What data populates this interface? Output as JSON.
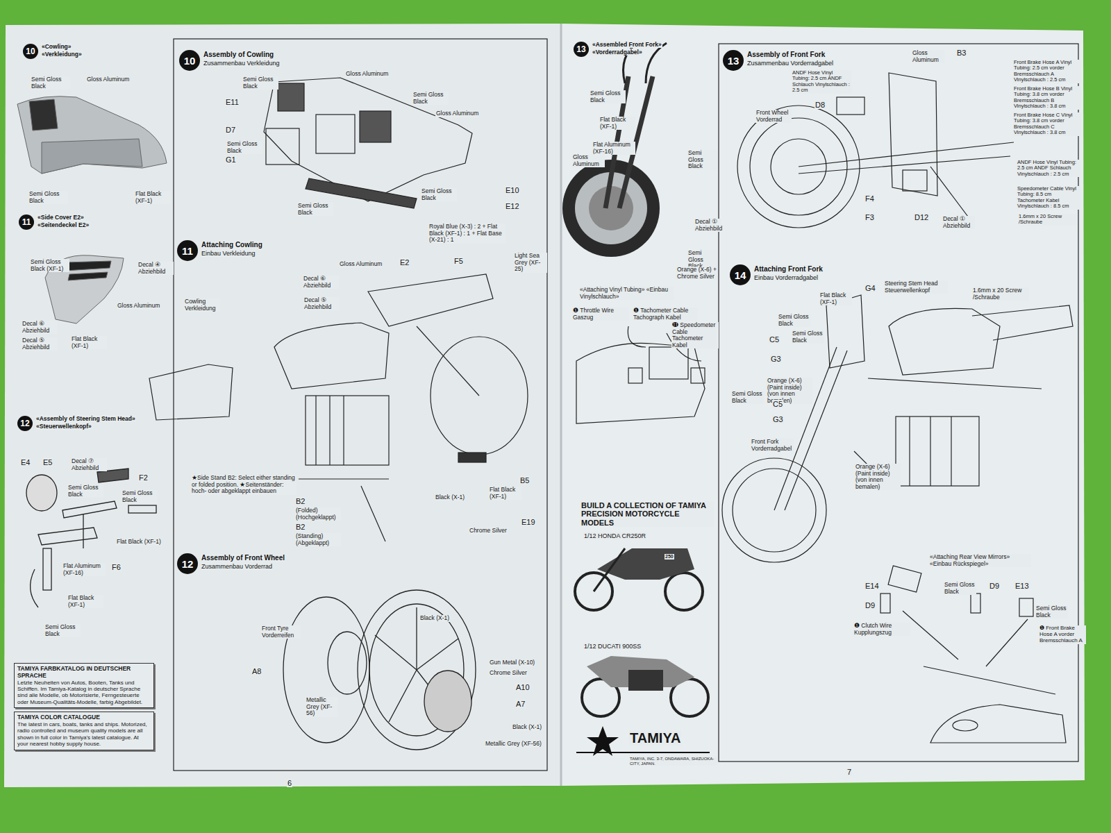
{
  "diagram": {
    "nodes": [
      {
        "text": [
          "10",
          "«Cowling»",
          "«Verkleidung»"
        ]
      },
      {
        "text": [
          "11",
          "«Side Cover E2»",
          "«Seitendeckel E2»"
        ]
      },
      {
        "text": [
          "12",
          "«Assembly of Steering Stem Head»",
          "«Steuerwellenkopf»"
        ]
      },
      {
        "text": [
          "TAMIYA FARBKATALOG IN DEUTSCHER SPRACHE",
          "Letzte Neuheiten von Autos, Booten, Tanks und Schiffen. Im Tamiya-Katalog in deutscher Sprache sind alle Modelle, ob Motorisierte, Ferngesteuerte oder Museum-Qualitäts-Modelle, farbig Abgebildet."
        ]
      },
      {
        "text": [
          "TAMIYA COLOR CATALOGUE",
          "The latest in cars, boats, tanks and ships. Motorized, radio controlled and museum quality models are all shown in full color in Tamiya's latest catalogue. At your nearest hobby supply house."
        ]
      },
      {
        "text": [
          "10",
          "Assembly of Cowling",
          "Zusammenbau Verkleidung"
        ]
      },
      {
        "text": [
          "11",
          "Attaching Cowling",
          "Einbau Verkleidung"
        ]
      },
      {
        "text": [
          "12",
          "Assembly of Front Wheel",
          "Zusammenbau Vorderrad"
        ]
      },
      {
        "text": [
          "13",
          "«Assembled Front Fork»",
          "«Vorderradgabel»"
        ]
      },
      {
        "text": [
          "13",
          "Assembly of Front Fork",
          "Zusammenbau Vorderradgabel"
        ]
      },
      {
        "text": [
          "14",
          "Attaching Front Fork",
          "Einbau Vorderradgabel"
        ]
      }
    ],
    "labels": [
      "Semi Gloss Black",
      "Gloss Aluminum",
      "Semi Gloss Black",
      "Flat Black (XF-1)",
      "Semi Gloss Black (XF-1)",
      "Decal ④ Abziehbild",
      "Gloss Aluminum",
      "Decal ⑥ Abziehbild",
      "Decal ⑤ Abziehbild",
      "Flat Black (XF-1)",
      "E4",
      "E5",
      "Decal ⑦ Abziehbild",
      "F2",
      "Semi Gloss Black",
      "Semi Gloss Black",
      "Flat Black (XF-1)",
      "Flat Aluminum (XF-16)",
      "F6",
      "Flat Black (XF-1)",
      "Semi Gloss Black",
      "Semi Gloss Black",
      "Gloss Aluminum",
      "Semi Gloss Black",
      "Gloss Aluminum",
      "E11",
      "D7",
      "Semi Gloss Black",
      "G1",
      "E10",
      "Semi Gloss Black",
      "E12",
      "Semi Gloss Black",
      "Royal Blue (X-3) : 2 + Flat Black (XF-1) : 1 + Flat Base (X-21) : 1",
      "Light Sea Grey (XF-25)",
      "Gloss Aluminum",
      "E2",
      "F5",
      "Decal ⑥ Abziehbild",
      "Decal ⑤ Abziehbild",
      "Cowling Verkleidung",
      "★Side Stand B2: Select either standing or folded position. ★Seitenständer: hoch- oder abgeklappt einbauen",
      "B5",
      "Flat Black (XF-1)",
      "B2",
      "(Folded) (Hochgeklappt)",
      "B2",
      "(Standing) (Abgeklappt)",
      "Black (X-1)",
      "E19",
      "Chrome Silver",
      "Black (X-1)",
      "Front Tyre Vorderreifen",
      "A8",
      "Metallic Grey (XF-56)",
      "Gun Metal (X-10)",
      "Chrome Silver",
      "A10",
      "A7",
      "Black (X-1)",
      "Metallic Grey (XF-56)",
      "6",
      "Semi Gloss Black",
      "Flat Black (XF-1)",
      "Flat Aluminum (XF-16)",
      "Gloss Aluminum",
      "Semi Gloss Black",
      "Decal ① Abziehbild",
      "Semi Gloss Black",
      "Orange (X-6) + Chrome Silver",
      "«Attaching Vinyl Tubing» «Einbau Vinylschlauch»",
      "❶ Throttle Wire Gaszug",
      "❶ Tachometer Cable Tachograph Kabel",
      "⓫ Speedometer Cable Tachometer Kabel",
      "BUILD A COLLECTION OF TAMIYA PRECISION MOTORCYCLE MODELS",
      "1/12 HONDA CR250R",
      "250",
      "1/12 DUCATI 900SS",
      "TAMIYA",
      "TAMIYA, INC. 3-7, ONDAWARA, SHIZUOKA-CITY, JAPAN.",
      "7",
      "Gloss Aluminum",
      "B3",
      "Front Brake Hose A Vinyl Tubing: 2.5 cm vorder Bremsschlauch A Vinylschlauch : 2.5 cm",
      "ANDF Hose Vinyl Tubing: 2.5 cm ANDF Schlauch Vinylschlauch : 2.5 cm",
      "D8",
      "Front Brake Hose B Vinyl Tubing: 3.8 cm vorder Bremsschlauch B Vinylschlauch : 3.8 cm",
      "Front Wheel Vorderrad",
      "Front Brake Hose C Vinyl Tubing: 3.8 cm vorder Bremsschlauch C Vinylschlauch : 3.8 cm",
      "ANDF Hose Vinyl Tubing: 2.5 cm ANDF Schlauch Vinylschlauch : 2.5 cm",
      "Speedometer Cable Vinyl Tubing: 8.5 cm Tachometer Kabel Vinylschlauch : 8.5 cm",
      "F4",
      "F3",
      "D12",
      "Decal ① Abziehbild",
      "1.6mm x 20 Screw /Schraube",
      "Flat Black (XF-1)",
      "G4",
      "Steering Stem Head Steuerwellenkopf",
      "1.6mm x 20 Screw /Schraube",
      "Semi Gloss Black",
      "Semi Gloss Black",
      "C5",
      "G3",
      "Orange (X-6) (Paint inside) (von innen bemalen)",
      "Semi Gloss Black",
      "C5",
      "G3",
      "Front Fork Vorderradgabel",
      "Orange (X-6) (Paint inside) (von innen bemalen)",
      "«Attaching Rear View Mirrors» «Einbau Rückspiegel»",
      "E14",
      "Semi Gloss Black",
      "D9",
      "E13",
      "D9",
      "Semi Gloss Black",
      "❶ Clutch Wire Kupplungszug",
      "❶ Front Brake Hose A vorder Bremsschlauch A"
    ]
  }
}
